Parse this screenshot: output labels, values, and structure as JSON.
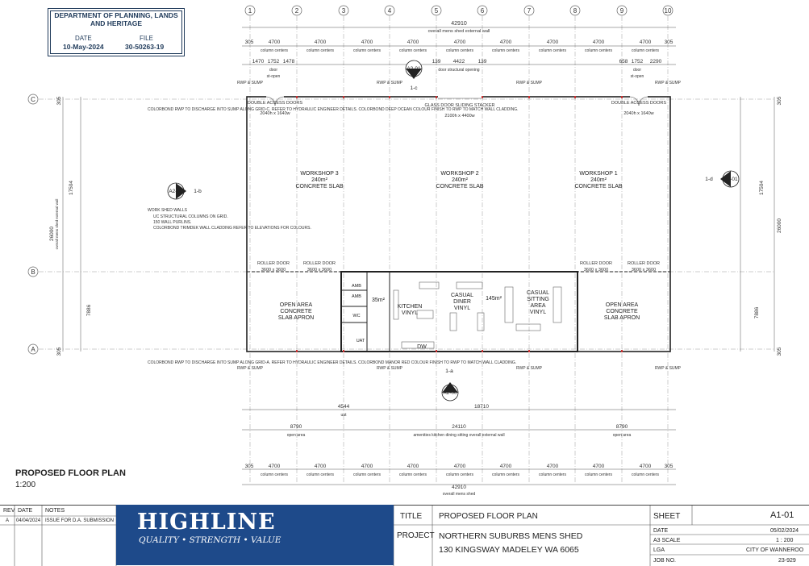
{
  "stamp": {
    "department": "DEPARTMENT OF PLANNING, LANDS AND HERITAGE",
    "date_label": "DATE",
    "date_value": "10-May-2024",
    "file_label": "FILE",
    "file_value": "30-50263-19"
  },
  "grid": {
    "columns": [
      "1",
      "2",
      "3",
      "4",
      "5",
      "6",
      "7",
      "8",
      "9",
      "10"
    ],
    "rows": [
      "C",
      "B",
      "A"
    ]
  },
  "dims": {
    "top_overall": "42910",
    "top_overall_label": "overall mens shed external wall",
    "column_centers_value": "4700",
    "column_centers_label": "column centers",
    "edge": "305",
    "door_1470": "1470",
    "door_1752": "1752",
    "door_1478": "1478",
    "door_label": "door",
    "st_open_label": "st-open",
    "d139a": "139",
    "d4422": "4422",
    "d139b": "139",
    "door_structural": "door structural opening",
    "d658": "658",
    "d2290": "2290",
    "left_17504": "17504",
    "left_26000": "26000",
    "left_7886": "7886",
    "overall_mens_shed_external_wall": "overall mens shed external wall",
    "bottom_overall": "42910",
    "bottom_overall_label": "overall mens shed",
    "d24110": "24110",
    "d24110_label": "amenities  kitchen  dining  sitting overall external wall",
    "d18710": "18710",
    "d8790": "8790",
    "open_area": "open area",
    "d4544": "4544",
    "uat": "uat"
  },
  "annotations": {
    "rwp_sump": "RWP & SUMP",
    "rwp_note_c": "COLORBOND RWP TO DISCHARGE INTO SUMP ALONG GRID-C. REFER TO HYDRAULIC ENGINEER DETAILS. COLORBOND DEEP OCEAN COLOUR FINISH TO RWP TO MATCH WALL CLADDING.",
    "work_shed_walls": "WORK SHED WALLS",
    "wall_note_1": "UC STRUCTURAL COLUMNS ON GRID.",
    "wall_note_2": "150 WALL PURLINS.",
    "wall_note_3": "COLORBOND TRIMDEK WALL CLADDING REFER TO ELEVATIONS FOR COLOURS.",
    "rwp_note_a": "COLORBOND RWP TO DISCHARGE INTO SUMP ALONG GRID-A. REFER TO HYDRAULIC ENGINEER DETAILS. COLORBOND MANOR RED COLOUR FINISH TO RWP TO MATCH WALL CLADDING.",
    "double_access": "DOUBLE ACCESS DOORS",
    "double_access_size": "2040h x 1640w",
    "glass_door": "GLASS DOOR SLIDING STACKER",
    "glass_door_size": "2100h x 4400w",
    "roller_door": "ROLLER DOOR",
    "roller_size": "3600 x 3600"
  },
  "rooms": {
    "ws3": [
      "WORKSHOP 3",
      "240m²",
      "CONCRETE SLAB"
    ],
    "ws2": [
      "WORKSHOP 2",
      "240m²",
      "CONCRETE SLAB"
    ],
    "ws1": [
      "WORKSHOP 1",
      "240m²",
      "CONCRETE SLAB"
    ],
    "open_left": [
      "OPEN AREA",
      "CONCRETE",
      "SLAB APRON"
    ],
    "open_right": [
      "OPEN AREA",
      "CONCRETE",
      "SLAB APRON"
    ],
    "kitchen": [
      "KITCHEN",
      "VINYL"
    ],
    "diner": [
      "CASUAL",
      "DINER",
      "VINYL"
    ],
    "sitting": [
      "CASUAL",
      "SITTING",
      "AREA",
      "VINYL"
    ],
    "area35": "35m²",
    "area145": "145m²",
    "amb": "AMB",
    "wc": "WC",
    "uat": "UAT",
    "dw": "DW"
  },
  "callouts": {
    "a201_top": "A2-01",
    "a201_top_sub": "1-c",
    "a200_left": "A2-00",
    "a200_left_sub": "1-b",
    "a201_right": "A2-01",
    "a201_right_sub": "1-d",
    "a200_bottom": "A2-00",
    "a200_bottom_sub": "1-a"
  },
  "drawing": {
    "title": "PROPOSED FLOOR PLAN",
    "scale": "1:200"
  },
  "title_block": {
    "rev_header": "REV",
    "date_header": "DATE",
    "notes_header": "NOTES",
    "rev": "A",
    "rev_date": "04/04/2024",
    "rev_note": "ISSUE FOR D.A. SUBMISSION",
    "brand": "HIGHLINE",
    "tagline": "QUALITY • STRENGTH • VALUE",
    "title_label": "TITLE",
    "title_value": "PROPOSED FLOOR PLAN",
    "project_label": "PROJECT",
    "project_line1": "NORTHERN SUBURBS MENS SHED",
    "project_line2": "130 KINGSWAY MADELEY WA 6065",
    "sheet_label": "SHEET",
    "sheet_value": "A1-01",
    "date_label": "DATE",
    "date_value": "05/02/2024",
    "scale_label": "A3 SCALE",
    "scale_value": "1 : 200",
    "lga_label": "LGA",
    "lga_value": "CITY OF WANNEROO",
    "job_label": "JOB NO.",
    "job_value": "23-929"
  }
}
